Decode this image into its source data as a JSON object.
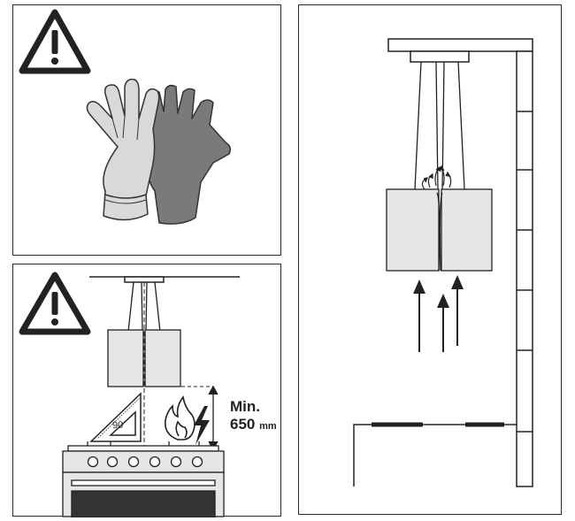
{
  "panel_gloves": {
    "warning_icon": "warning-triangle-icon",
    "gloves_icon": "protective-gloves-icon"
  },
  "panel_clearance": {
    "warning_icon": "warning-triangle-icon",
    "angle_label": "90",
    "min_label": "Min.",
    "distance_value": "650",
    "distance_unit": "mm",
    "gas_icon": "flame-icon",
    "electric_icon": "lightning-bolt-icon"
  },
  "panel_airflow": {
    "airflow_icon": "airflow-arrows-icon"
  },
  "colors": {
    "line": "#222222",
    "fill_light": "#e6e6e6",
    "glove_dark": "#7a7a7a",
    "glove_light": "#d9d9d9"
  }
}
